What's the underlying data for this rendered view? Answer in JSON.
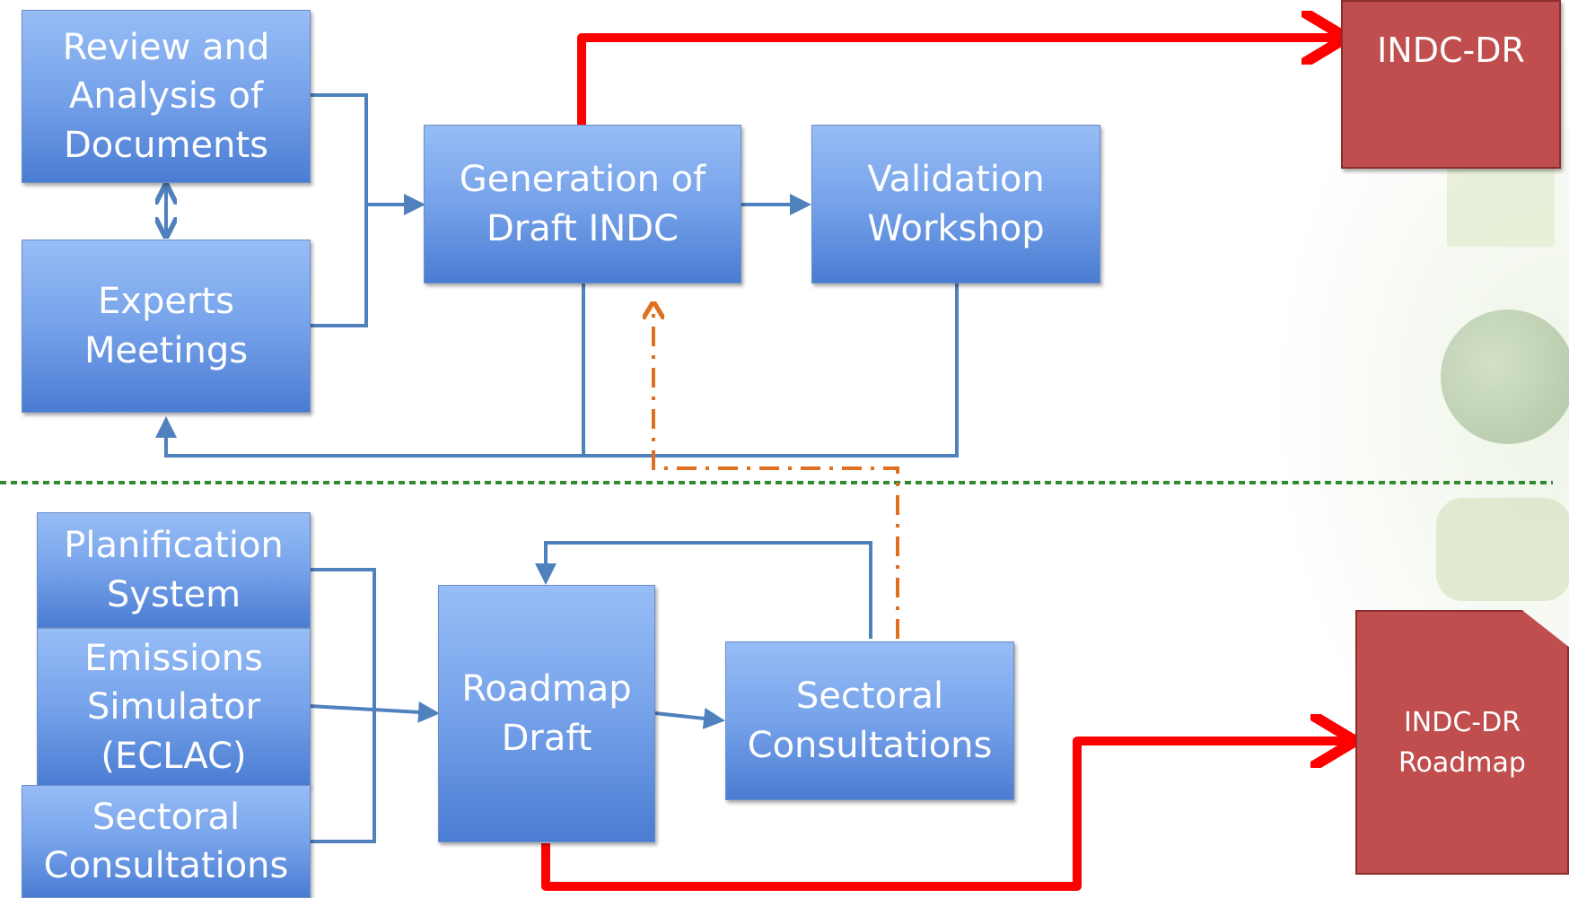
{
  "boxes": {
    "review": "Review and\nAnalysis of\nDocuments",
    "experts": "Experts\nMeetings",
    "generation": "Generation of\nDraft INDC",
    "validation": "Validation\nWorkshop",
    "planification": "Planification\nSystem",
    "emissions": "Emissions\nSimulator\n(ECLAC)",
    "sectoral_left": "Sectoral\nConsultations",
    "roadmap": "Roadmap\nDraft",
    "sectoral_mid": "Sectoral\nConsultations"
  },
  "outputs": {
    "indc_dr": "INDC-DR",
    "indc_dr_roadmap": "INDC-DR\nRoadmap"
  },
  "colors": {
    "box_top": "#97bdf6",
    "box_bottom": "#4a7cd2",
    "connector": "#4f81bd",
    "highlight_arrow": "#ff0000",
    "feedback_dashed": "#e07020",
    "separator": "#2e8b2e",
    "output_fill": "#c04e4e"
  }
}
